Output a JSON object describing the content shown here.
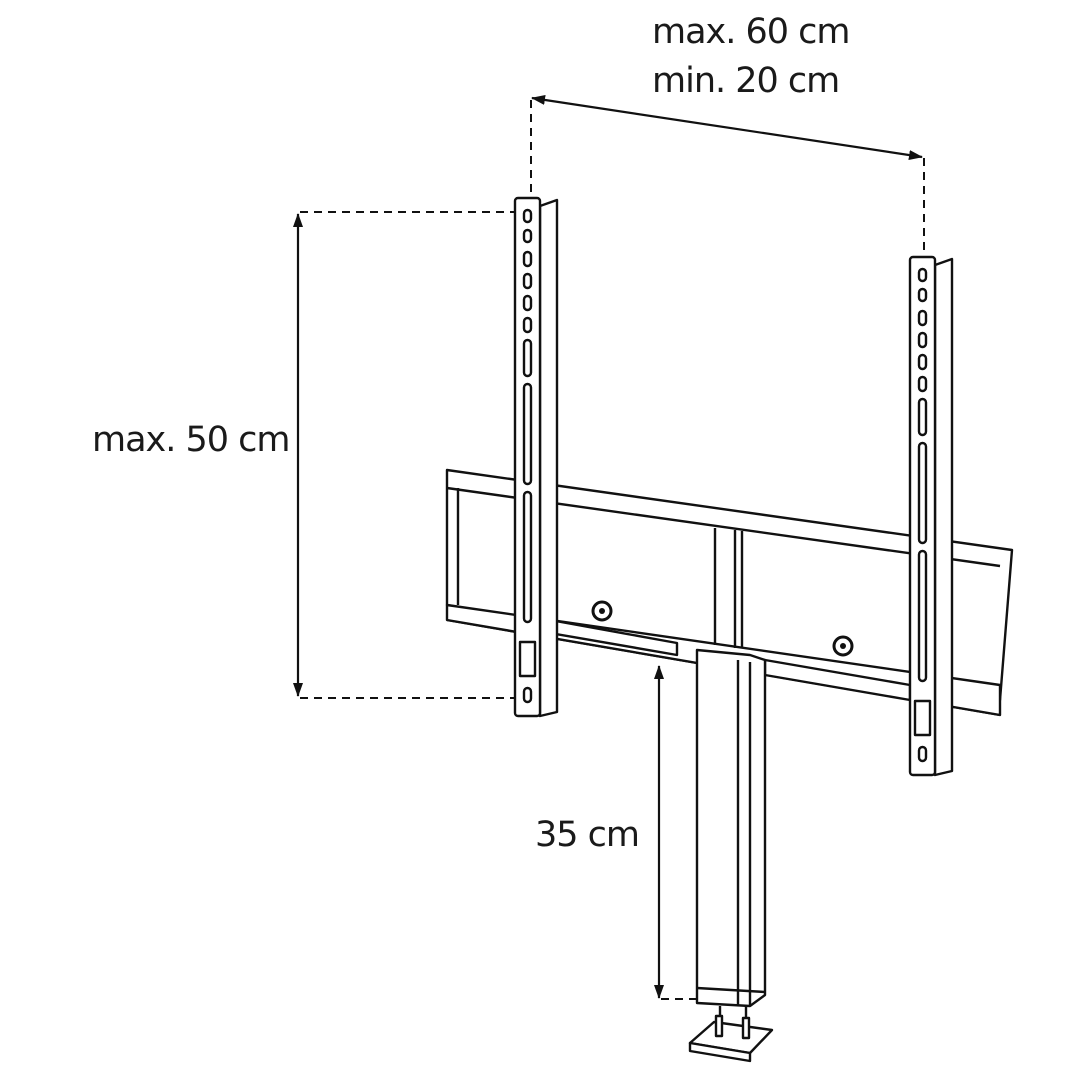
{
  "dimensions": {
    "width_max": "max. 60 cm",
    "width_min": "min. 20 cm",
    "height_max": "max. 50 cm",
    "column_height": "35 cm"
  }
}
